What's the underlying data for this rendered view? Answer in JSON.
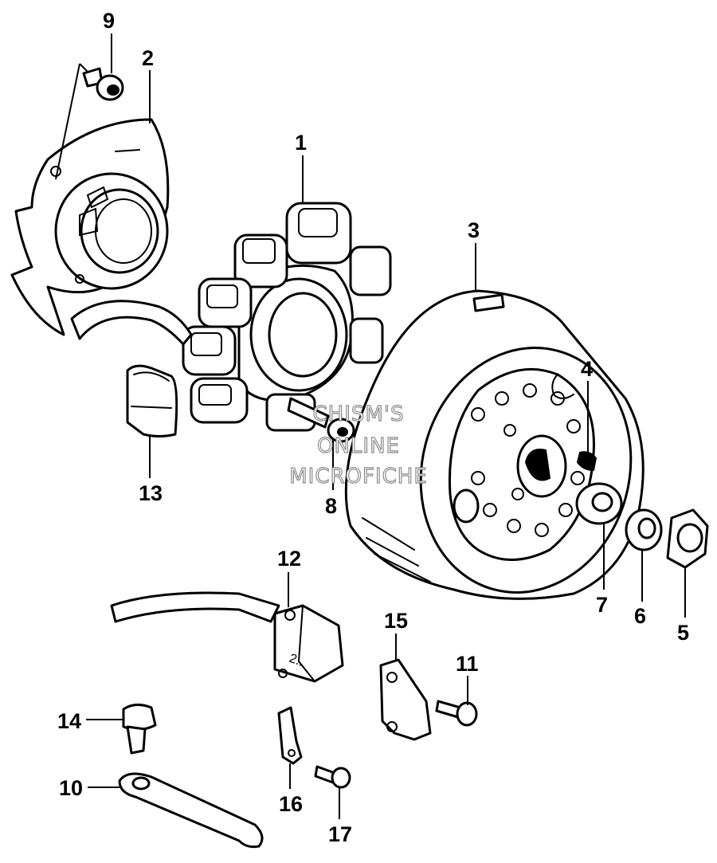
{
  "watermark": {
    "lines": [
      "CHISM'S",
      "ONLINE",
      "MICROFICHE"
    ],
    "color": "#8a8a8a"
  },
  "callouts": [
    {
      "id": "part-1",
      "label": "1"
    },
    {
      "id": "part-2",
      "label": "2"
    },
    {
      "id": "part-3",
      "label": "3"
    },
    {
      "id": "part-4",
      "label": "4"
    },
    {
      "id": "part-5",
      "label": "5"
    },
    {
      "id": "part-6",
      "label": "6"
    },
    {
      "id": "part-7",
      "label": "7"
    },
    {
      "id": "part-8",
      "label": "8"
    },
    {
      "id": "part-9",
      "label": "9"
    },
    {
      "id": "part-10",
      "label": "10"
    },
    {
      "id": "part-11",
      "label": "11"
    },
    {
      "id": "part-12",
      "label": "12"
    },
    {
      "id": "part-13",
      "label": "13"
    },
    {
      "id": "part-14",
      "label": "14"
    },
    {
      "id": "part-15",
      "label": "15"
    },
    {
      "id": "part-16",
      "label": "16"
    },
    {
      "id": "part-17",
      "label": "17"
    }
  ],
  "module_label": "2.."
}
